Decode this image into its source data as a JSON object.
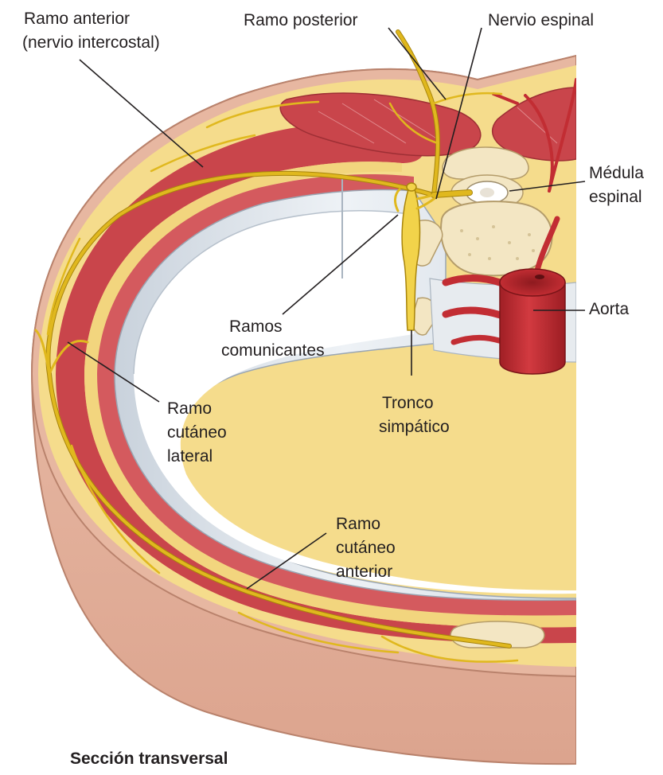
{
  "labels": {
    "ramo_anterior_1": "Ramo anterior",
    "ramo_anterior_2": "(nervio intercostal)",
    "ramo_posterior": "Ramo posterior",
    "nervio_espinal": "Nervio espinal",
    "medula_1": "Médula",
    "medula_2": "espinal",
    "aorta": "Aorta",
    "ramos_comunicantes_1": "Ramos",
    "ramos_comunicantes_2": "comunicantes",
    "tronco_simpatico_1": "Tronco",
    "tronco_simpatico_2": "simpático",
    "ramo_cutaneo_lateral_1": "Ramo",
    "ramo_cutaneo_lateral_2": "cutáneo",
    "ramo_cutaneo_lateral_3": "lateral",
    "ramo_cutaneo_anterior_1": "Ramo",
    "ramo_cutaneo_anterior_2": "cutáneo",
    "ramo_cutaneo_anterior_3": "anterior",
    "caption": "Sección transversal"
  },
  "colors": {
    "skin": "#e9b9a4",
    "skin_dark": "#d9a08a",
    "fat": "#f5dc8c",
    "muscle": "#c9454b",
    "muscle_light": "#e4777a",
    "nerve": "#e0b81e",
    "bone": "#f3e6c3",
    "pleura": "#dfe5ec",
    "aorta": "#b8242a",
    "text": "#231f20"
  }
}
